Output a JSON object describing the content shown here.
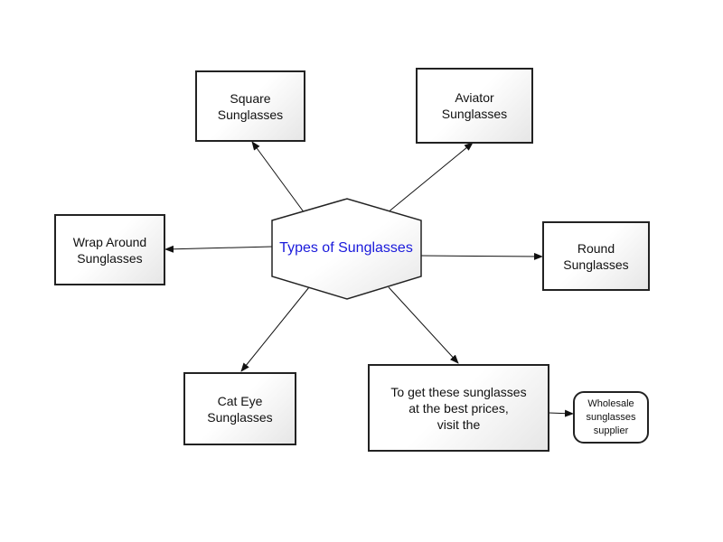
{
  "diagram": {
    "center": {
      "label": "Types of Sunglasses",
      "label_color": "#1a1adb"
    },
    "nodes": {
      "square": {
        "line1": "Square",
        "line2": "Sunglasses"
      },
      "aviator": {
        "line1": "Aviator",
        "line2": "Sunglasses"
      },
      "wrap_around": {
        "line1": "Wrap Around",
        "line2": "Sunglasses"
      },
      "round": {
        "line1": "Round",
        "line2": "Sunglasses"
      },
      "cat_eye": {
        "line1": "Cat Eye",
        "line2": "Sunglasses"
      },
      "prices": {
        "line1": "To get these sunglasses",
        "line2": "at the best prices,",
        "line3": "visit the"
      },
      "supplier": {
        "line1": "Wholesale",
        "line2": "sunglasses",
        "line3": "supplier"
      }
    },
    "colors": {
      "stroke": "#222222",
      "box_fill_end": "#e6e6e6"
    }
  }
}
